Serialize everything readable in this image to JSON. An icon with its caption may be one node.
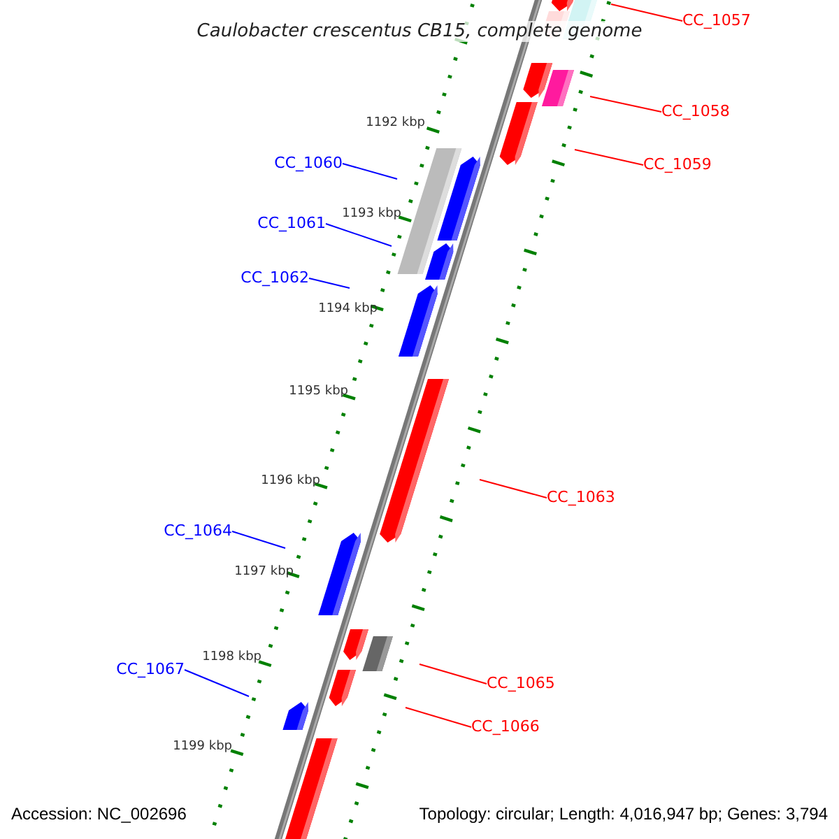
{
  "diagram": {
    "title": "Caulobacter crescentus CB15, complete genome",
    "nodes": [
      {
        "text": [
          "CC_1057"
        ]
      },
      {
        "text": [
          "CC_1058"
        ]
      },
      {
        "text": [
          "CC_1059"
        ]
      },
      {
        "text": [
          "CC_1060"
        ]
      },
      {
        "text": [
          "CC_1061"
        ]
      },
      {
        "text": [
          "CC_1062"
        ]
      },
      {
        "text": [
          "CC_1063"
        ]
      },
      {
        "text": [
          "CC_1064"
        ]
      },
      {
        "text": [
          "CC_1065"
        ]
      },
      {
        "text": [
          "CC_1066"
        ]
      },
      {
        "text": [
          "CC_1067"
        ]
      }
    ],
    "edges": [
      {
        "from": 0,
        "to": null,
        "arrow": "none"
      },
      {
        "from": 1,
        "to": null,
        "arrow": "none"
      },
      {
        "from": 2,
        "to": null,
        "arrow": "none"
      },
      {
        "from": 3,
        "to": null,
        "arrow": "none",
        "color": "#0000ff"
      },
      {
        "from": 4,
        "to": null,
        "arrow": "none",
        "color": "#0000ff"
      },
      {
        "from": 5,
        "to": null,
        "arrow": "none",
        "color": "#0000ff"
      },
      {
        "from": 6,
        "to": null,
        "arrow": "none"
      },
      {
        "from": 7,
        "to": null,
        "arrow": "none",
        "color": "#0000ff"
      },
      {
        "from": 8,
        "to": null,
        "arrow": "none"
      },
      {
        "from": 9,
        "to": null,
        "arrow": "none"
      },
      {
        "from": 10,
        "to": null,
        "arrow": "none",
        "color": "#0000ff"
      }
    ],
    "labels": [
      "1192 kbp",
      "1193 kbp",
      "1194 kbp",
      "1195 kbp",
      "1196 kbp",
      "1197 kbp",
      "1198 kbp",
      "1199 kbp",
      "Accession: NC_002696",
      "Topology: circular; Length: 4,016,947 bp; Genes: 3,794"
    ]
  }
}
